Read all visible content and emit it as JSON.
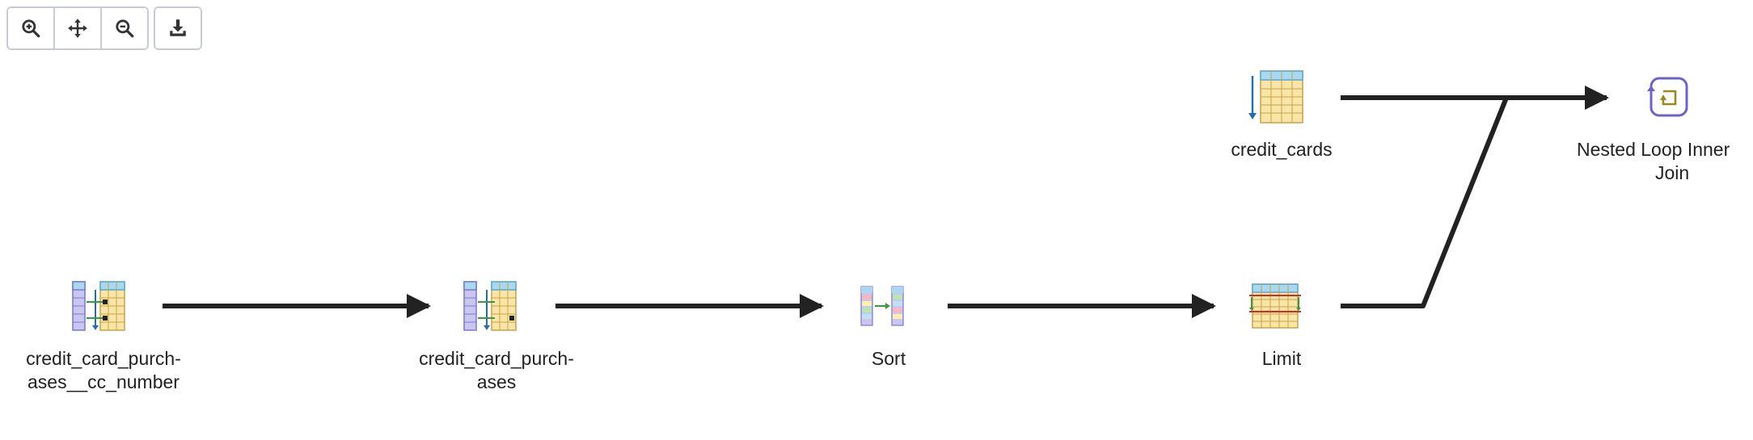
{
  "toolbar": {
    "zoom_in": "zoom-in-icon",
    "pan": "move-icon",
    "zoom_out": "zoom-out-icon",
    "download": "download-icon"
  },
  "nodes": {
    "ccp_index": {
      "label_line1": "credit_card_purch-",
      "label_line2": "ases__cc_number",
      "icon": "index-scan-icon"
    },
    "ccp": {
      "label_line1": "credit_card_purch-",
      "label_line2": "ases",
      "icon": "index-scan-icon"
    },
    "sort": {
      "label": "Sort",
      "icon": "sort-icon"
    },
    "limit": {
      "label": "Limit",
      "icon": "limit-icon"
    },
    "credit_cards": {
      "label": "credit_cards",
      "icon": "seq-scan-icon"
    },
    "nested_loop": {
      "label_line1": "Nested Loop Inner",
      "label_line2": "Join",
      "icon": "nested-loop-icon"
    }
  },
  "colors": {
    "edge": "#222222",
    "table_header": "#a9d9f0",
    "table_body": "#f9e6a6",
    "index_col": "#c9c7f2",
    "loop_icon": "#6b63c9"
  }
}
